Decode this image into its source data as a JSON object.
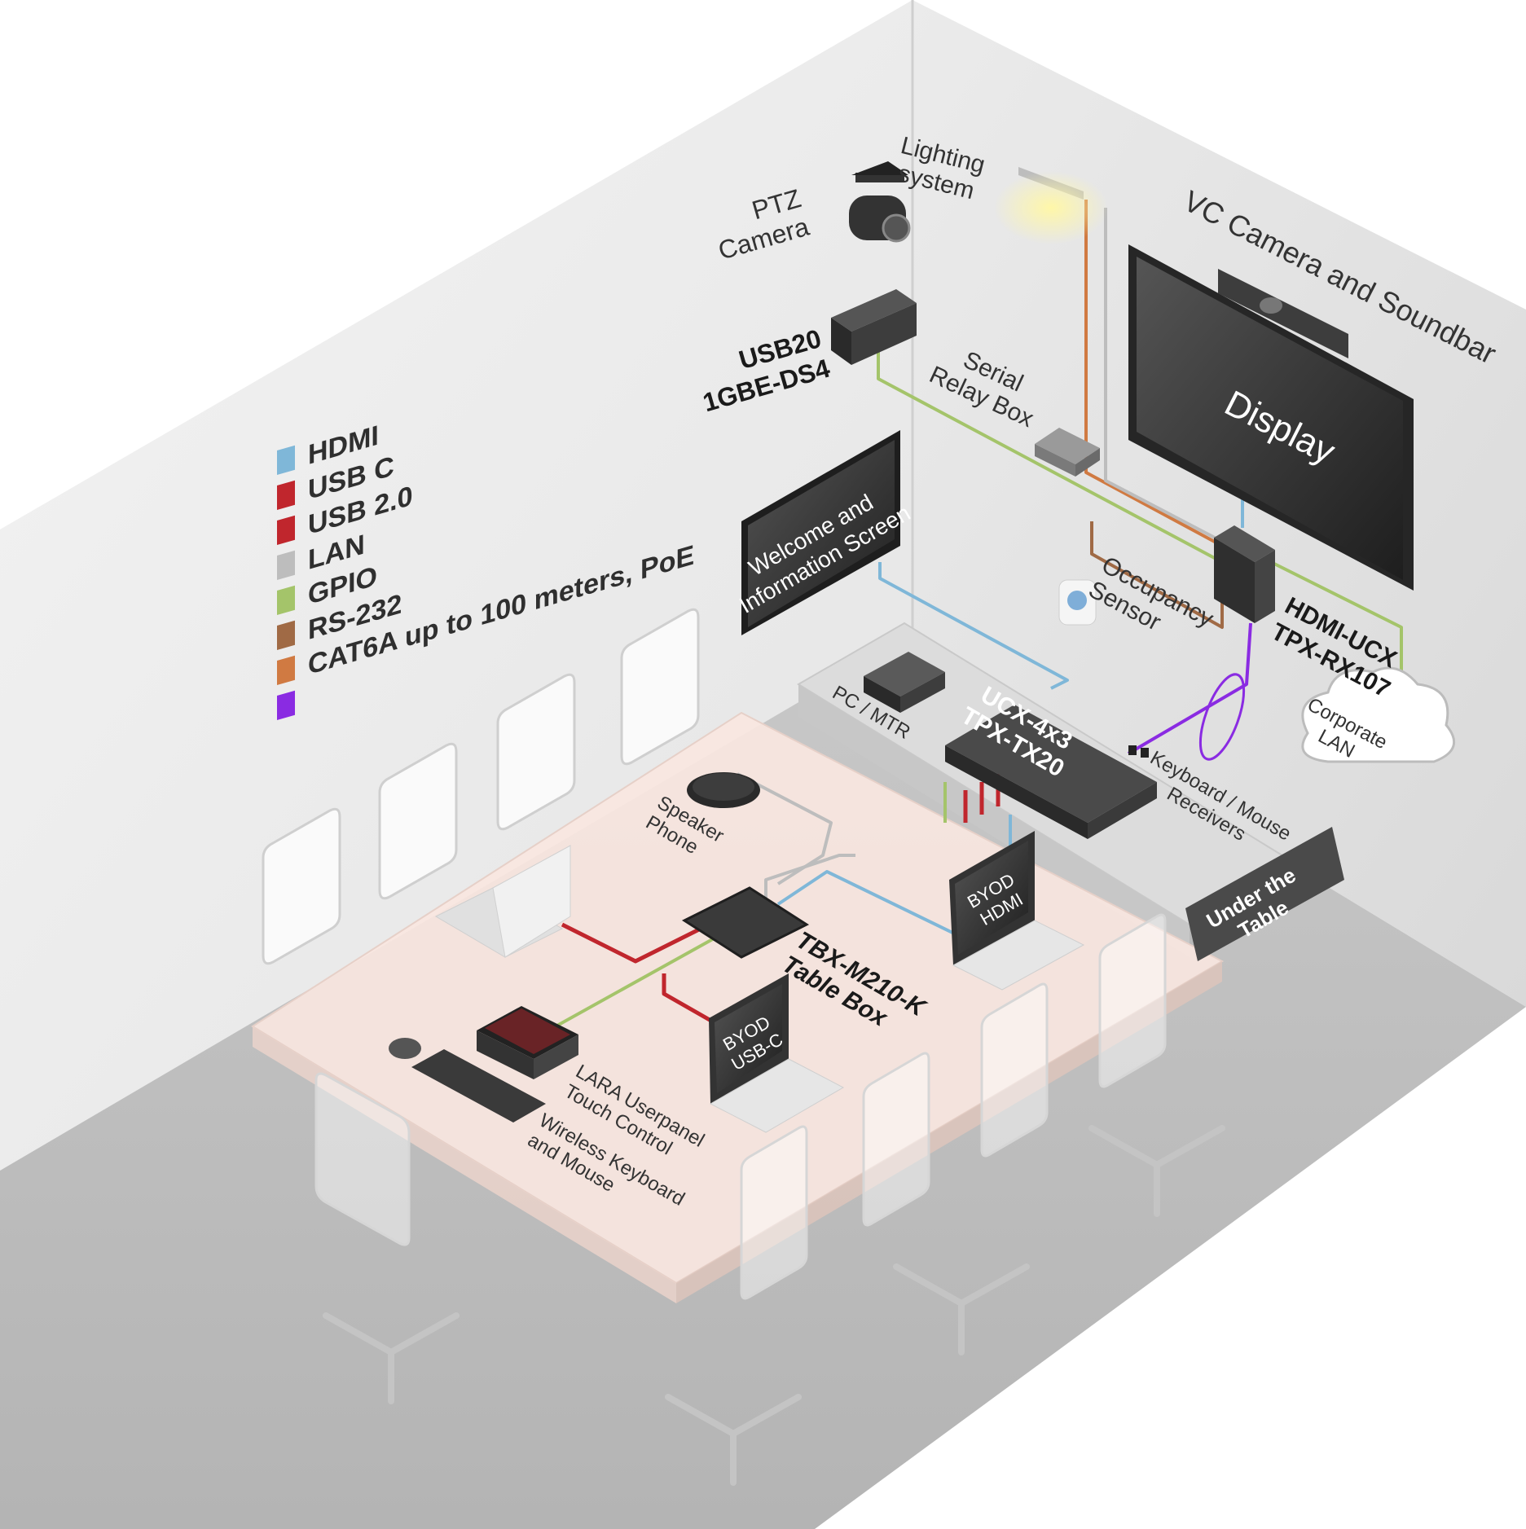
{
  "legend": {
    "items": [
      {
        "label": "HDMI",
        "color": "#7fb7d8"
      },
      {
        "label": "USB C",
        "color": "#c0262d"
      },
      {
        "label": "USB 2.0",
        "color": "#c0262d"
      },
      {
        "label": "LAN",
        "color": "#bdbdbd"
      },
      {
        "label": "GPIO",
        "color": "#a4c46a"
      },
      {
        "label": "RS-232",
        "color": "#a06a45"
      },
      {
        "label": "CAT6A up to 100 meters, PoE",
        "color": "#d07a42"
      },
      {
        "label": "",
        "color": "#8a2be2"
      }
    ]
  },
  "labels": {
    "ptz_camera_1": "PTZ",
    "ptz_camera_2": "Camera",
    "usb20_1": "USB20",
    "usb20_2": "1GBE-DS4",
    "lighting_1": "Lighting",
    "lighting_2": "system",
    "vc_camera": "VC Camera and Soundbar",
    "display": "Display",
    "serial_relay_1": "Serial",
    "serial_relay_2": "Relay Box",
    "welcome_1": "Welcome and",
    "welcome_2": "Information Screen",
    "occupancy_1": "Occupancy",
    "occupancy_2": "Sensor",
    "hdmi_ucx_1": "HDMI-UCX",
    "hdmi_ucx_2": "TPX-RX107",
    "corporate_lan_1": "Corporate",
    "corporate_lan_2": "LAN",
    "pc_mtr": "PC / MTR",
    "ucx_1": "UCX-4x3",
    "ucx_2": "TPX-TX20",
    "kbd_receivers_1": "Keyboard / Mouse",
    "kbd_receivers_2": "Receivers",
    "under_table_1": "Under the",
    "under_table_2": "Table",
    "speaker_1": "Speaker",
    "speaker_2": "Phone",
    "byod_hdmi_1": "BYOD",
    "byod_hdmi_2": "HDMI",
    "byod_usbc_1": "BYOD",
    "byod_usbc_2": "USB-C",
    "tablebox_1": "TBX-M210-K",
    "tablebox_2": "Table Box",
    "lara_1": "LARA Userpanel",
    "lara_2": "Touch Control",
    "kbd_1": "Wireless Keyboard",
    "kbd_2": "and Mouse"
  },
  "colors": {
    "hdmi": "#7fb7d8",
    "usbc": "#c0262d",
    "lan": "#bdbdbd",
    "gpio": "#a4c46a",
    "rs232": "#a06a45",
    "cat6a": "#d07a42",
    "purple": "#8a2be2",
    "device": "#3a3a3a",
    "table": "#f8e6e0"
  }
}
